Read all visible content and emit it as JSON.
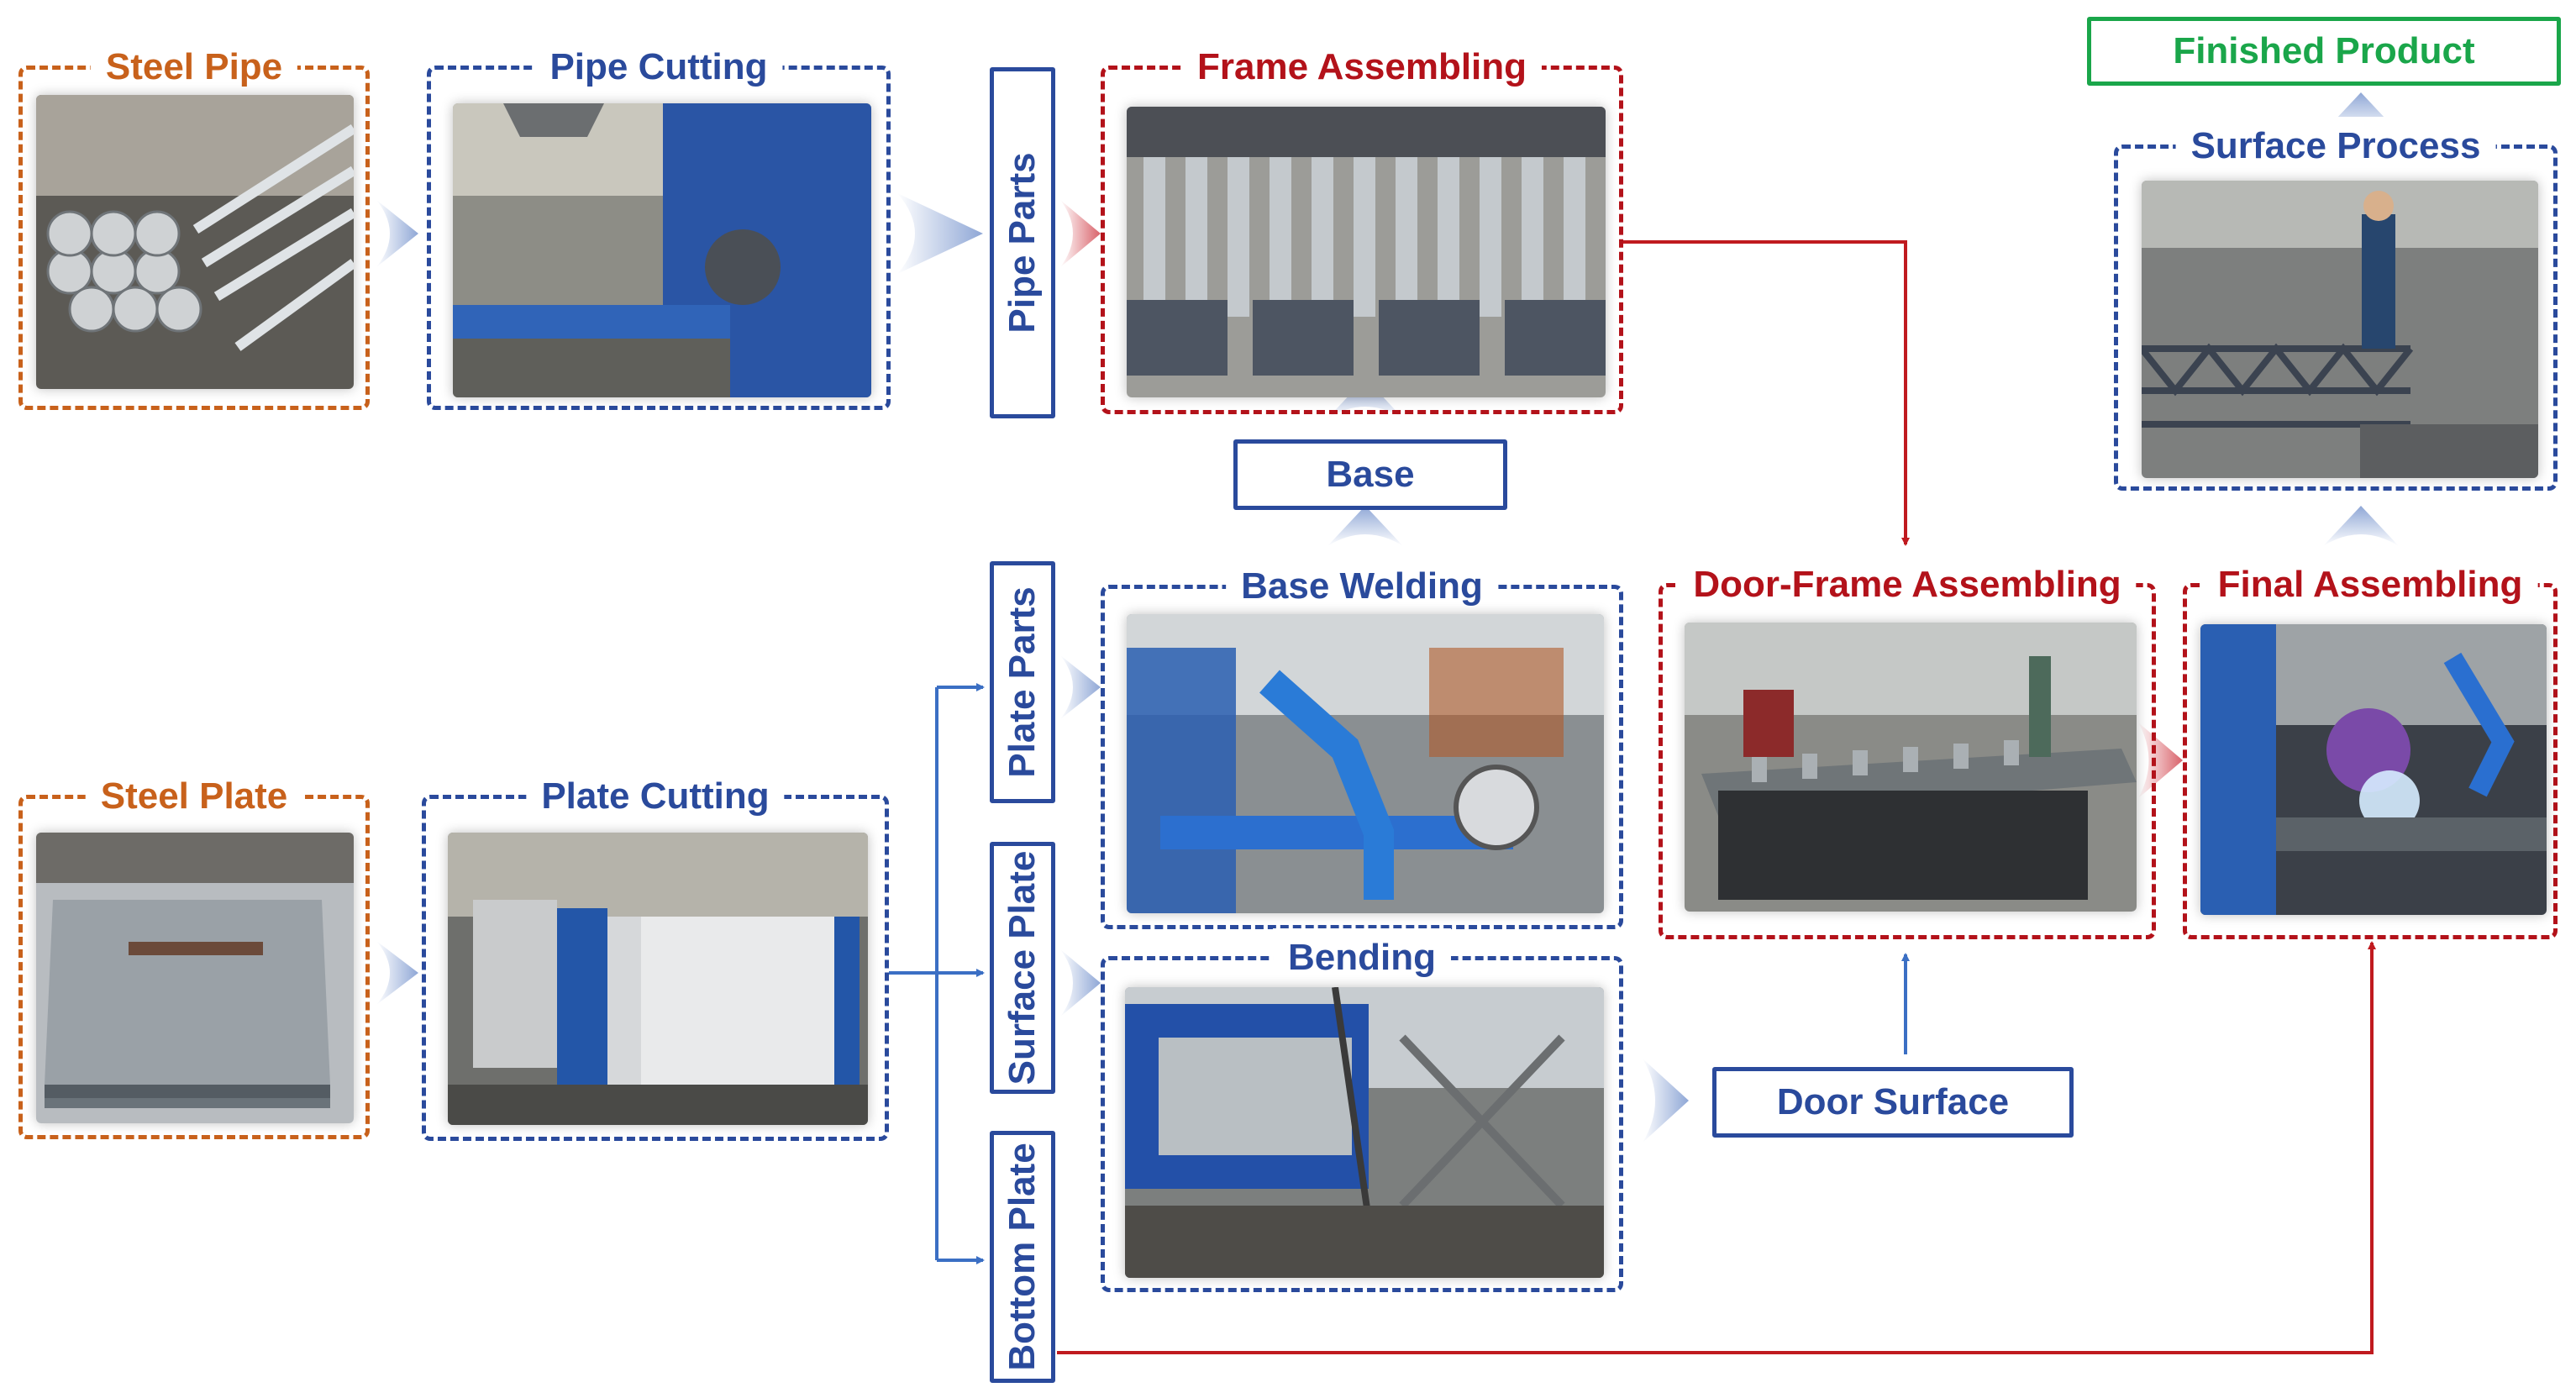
{
  "colors": {
    "raw_material": "#c8611b",
    "process": "#2a4a9c",
    "assembly": "#b3121a",
    "finished": "#1aa64a"
  },
  "nodes": {
    "steel_pipe": "Steel Pipe",
    "pipe_cutting": "Pipe Cutting",
    "pipe_parts": "Pipe Parts",
    "frame_assembling": "Frame Assembling",
    "base": "Base",
    "steel_plate": "Steel Plate",
    "plate_cutting": "Plate Cutting",
    "plate_parts": "Plate Parts",
    "surface_plate": "Surface Plate",
    "bottom_plate": "Bottom Plate",
    "base_welding": "Base Welding",
    "bending": "Bending",
    "door_surface": "Door Surface",
    "door_frame_assembling": "Door-Frame Assembling",
    "final_assembling": "Final Assembling",
    "surface_process": "Surface Process",
    "finished_product": "Finished Product"
  },
  "photos": {
    "steel_pipe": "pipe-bundle-photo",
    "pipe_cutting": "cutting-machine-photo",
    "frame_assembling": "frame-rows-photo",
    "steel_plate": "plate-stack-photo",
    "plate_cutting": "laser-cutter-photo",
    "base_welding": "welding-robot-photo",
    "bending": "press-brake-photo",
    "door_frame_assembling": "door-frame-jig-photo",
    "final_assembling": "final-welding-photo",
    "surface_process": "spray-workshop-photo"
  },
  "connectors": {
    "flow_arrow": "chevron-arrow-icon",
    "branch_line": "blue-arrow-line",
    "assembly_line": "red-arrow-line"
  }
}
